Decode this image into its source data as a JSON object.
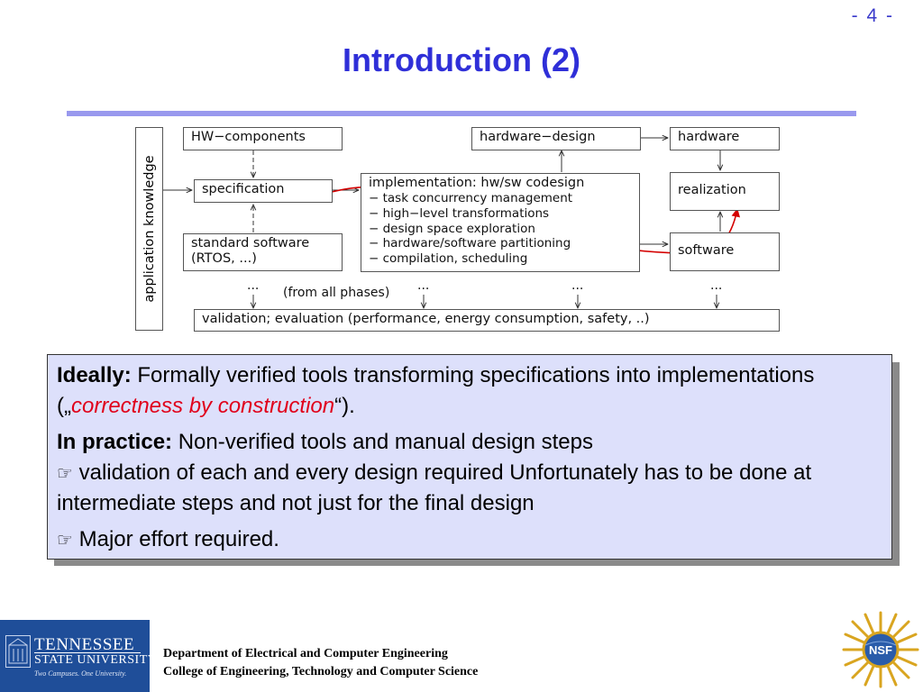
{
  "slide": {
    "number": "-  4 -",
    "title": "Introduction (2)"
  },
  "diagram": {
    "side_label": "application knowledge",
    "hw_components": "HW−components",
    "specification": "specification",
    "standard_software_1": "standard software",
    "standard_software_2": "(RTOS, ...)",
    "hardware_design": "hardware−design",
    "implementation_title": "implementation: hw/sw codesign",
    "implementation_items": [
      "− task concurrency management",
      "− high−level transformations",
      "− design space exploration",
      "− hardware/software partitioning",
      "− compilation, scheduling"
    ],
    "hardware": "hardware",
    "realization": "realization",
    "software": "software",
    "dots": "...",
    "phases_note": "(from all phases)",
    "validation": "validation; evaluation (performance, energy consumption, safety, ..)"
  },
  "callout": {
    "ideally_label": "Ideally:",
    "ideally_text_1": " Formally verified tools transforming specifications into implementations („",
    "ideally_highlight": "correctness by construction",
    "ideally_text_2": "“).",
    "practice_label": "In practice:",
    "practice_text": " Non-verified tools and manual design steps",
    "hand_icon": "☞",
    "validation_text": " validation of each and every design required Unfortunately has to be done at intermediate steps and not just for the final design",
    "effort_text": " Major effort required."
  },
  "footer": {
    "tsu_name_1": "TENNESSEE",
    "tsu_name_2": "STATE UNIVERSITY",
    "tsu_tagline": "Two Campuses. One University.",
    "dept_line_1": "Department of Electrical and Computer Engineering",
    "dept_line_2": "College of Engineering, Technology and Computer Science",
    "nsf_text": "NSF"
  },
  "colors": {
    "title": "#2f2fd8",
    "rule": "#9999ee",
    "callout_bg": "#dde0fb",
    "highlight": "#e0001b",
    "red_arrow": "#d40000",
    "tsu_blue": "#1f4e99",
    "nsf_gold": "#d9a520"
  }
}
